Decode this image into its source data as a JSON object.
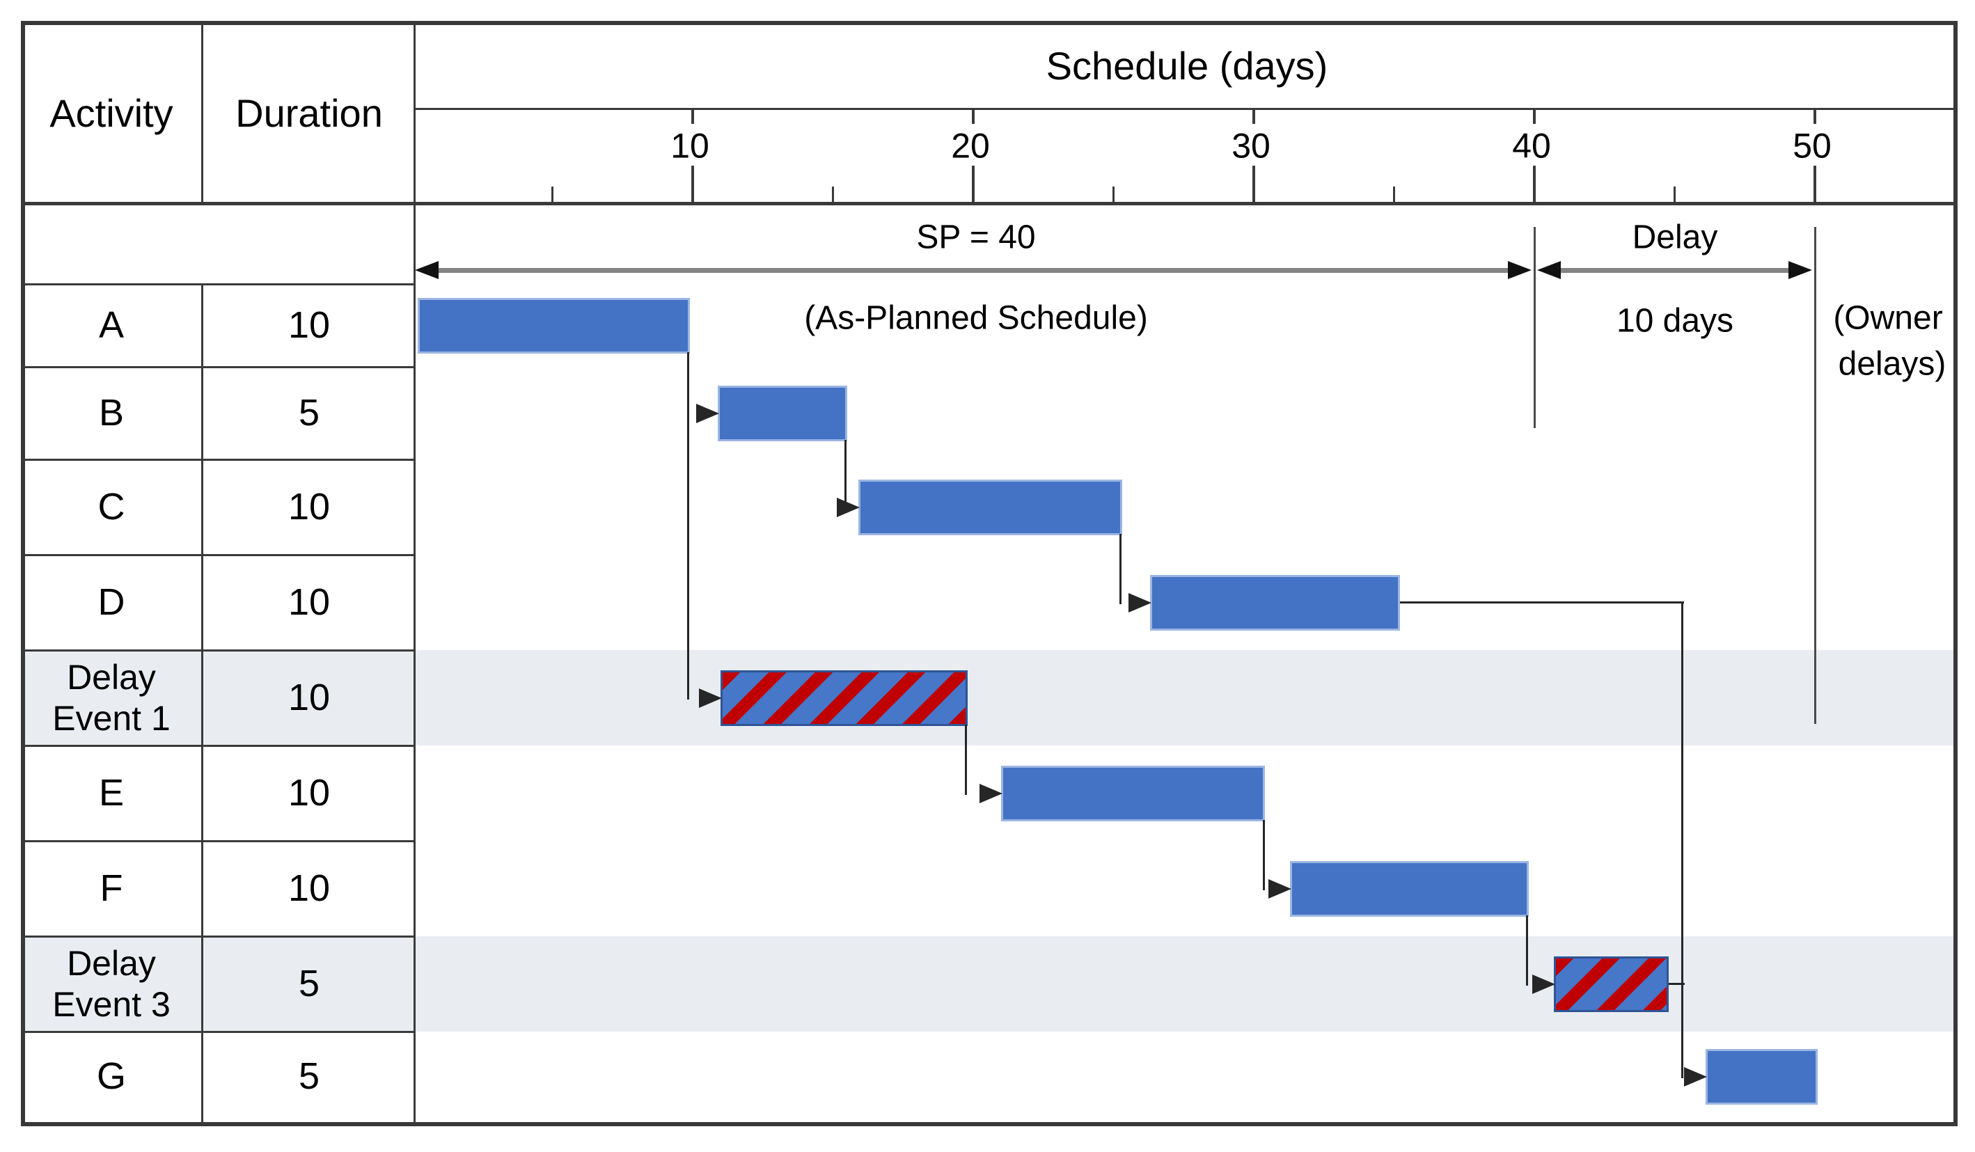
{
  "figure": {
    "title": "Schedule (days)",
    "columns": {
      "activity": "Activity",
      "duration": "Duration"
    }
  },
  "annotations": {
    "sp": {
      "label": "SP = 40",
      "sub": "(As-Planned Schedule)",
      "from_day": 0,
      "to_day": 40
    },
    "delay": {
      "label": "Delay",
      "sub": "10 days",
      "from_day": 40,
      "to_day": 50
    },
    "owner": {
      "line1": "(Owner",
      "line2": "delays)"
    }
  },
  "chart_data": {
    "type": "gantt",
    "title": "Schedule (days)",
    "xlabel": "Schedule (days)",
    "x_range": [
      0,
      55
    ],
    "major_ticks": [
      10,
      20,
      30,
      40,
      50
    ],
    "minor_ticks": [
      5,
      15,
      25,
      35,
      45
    ],
    "grid": "off",
    "rows": [
      {
        "id": "A",
        "label": "A",
        "duration": 10,
        "delay": false,
        "bar_start": 0.2,
        "bar_end": 9.9
      },
      {
        "id": "B",
        "label": "B",
        "duration": 5,
        "delay": false,
        "bar_start": 10.9,
        "bar_end": 15.5
      },
      {
        "id": "C",
        "label": "C",
        "duration": 10,
        "delay": false,
        "bar_start": 15.9,
        "bar_end": 25.3
      },
      {
        "id": "D",
        "label": "D",
        "duration": 10,
        "delay": false,
        "bar_start": 26.3,
        "bar_end": 35.2
      },
      {
        "id": "DE1",
        "label": "Delay\nEvent 1",
        "duration": 10,
        "delay": true,
        "bar_start": 11.0,
        "bar_end": 19.8
      },
      {
        "id": "E",
        "label": "E",
        "duration": 10,
        "delay": false,
        "bar_start": 21.0,
        "bar_end": 30.4
      },
      {
        "id": "F",
        "label": "F",
        "duration": 10,
        "delay": false,
        "bar_start": 31.3,
        "bar_end": 39.8
      },
      {
        "id": "DE3",
        "label": "Delay\nEvent 3",
        "duration": 5,
        "delay": true,
        "bar_start": 40.7,
        "bar_end": 44.8
      },
      {
        "id": "G",
        "label": "G",
        "duration": 5,
        "delay": false,
        "bar_start": 46.1,
        "bar_end": 50.1
      }
    ],
    "links": [
      {
        "from": "A",
        "to": "B",
        "type": "drop"
      },
      {
        "from": "A",
        "to": "DE1",
        "type": "drop"
      },
      {
        "from": "B",
        "to": "C",
        "type": "drop"
      },
      {
        "from": "C",
        "to": "D",
        "type": "drop"
      },
      {
        "from": "DE1",
        "to": "E",
        "type": "drop"
      },
      {
        "from": "E",
        "to": "F",
        "type": "drop"
      },
      {
        "from": "F",
        "to": "DE3",
        "type": "drop"
      },
      {
        "from": "D",
        "to": "G",
        "type": "elbow"
      },
      {
        "from": "DE3",
        "to": "G",
        "type": "stub"
      }
    ],
    "annotations": [
      {
        "text": "SP = 40",
        "span_days": [
          0,
          40
        ]
      },
      {
        "text": "(As-Planned Schedule)",
        "span_days": [
          0,
          40
        ]
      },
      {
        "text": "Delay",
        "span_days": [
          40,
          50
        ]
      },
      {
        "text": "10 days",
        "span_days": [
          40,
          50
        ]
      },
      {
        "text": "(Owner delays)",
        "at_day": 52
      }
    ]
  },
  "colors": {
    "bar_blue": "#4472c4",
    "bar_edge": "#9cb6e3",
    "hatch_blue": "#4677c8",
    "hatch_red": "#c00000",
    "hatch_edge": "#2f5496",
    "delay_band": "#e9edf2",
    "grid_line": "#3a3a3a",
    "connector": "#262626",
    "dim_shaft": "#848484",
    "dim_head": "#111111"
  }
}
